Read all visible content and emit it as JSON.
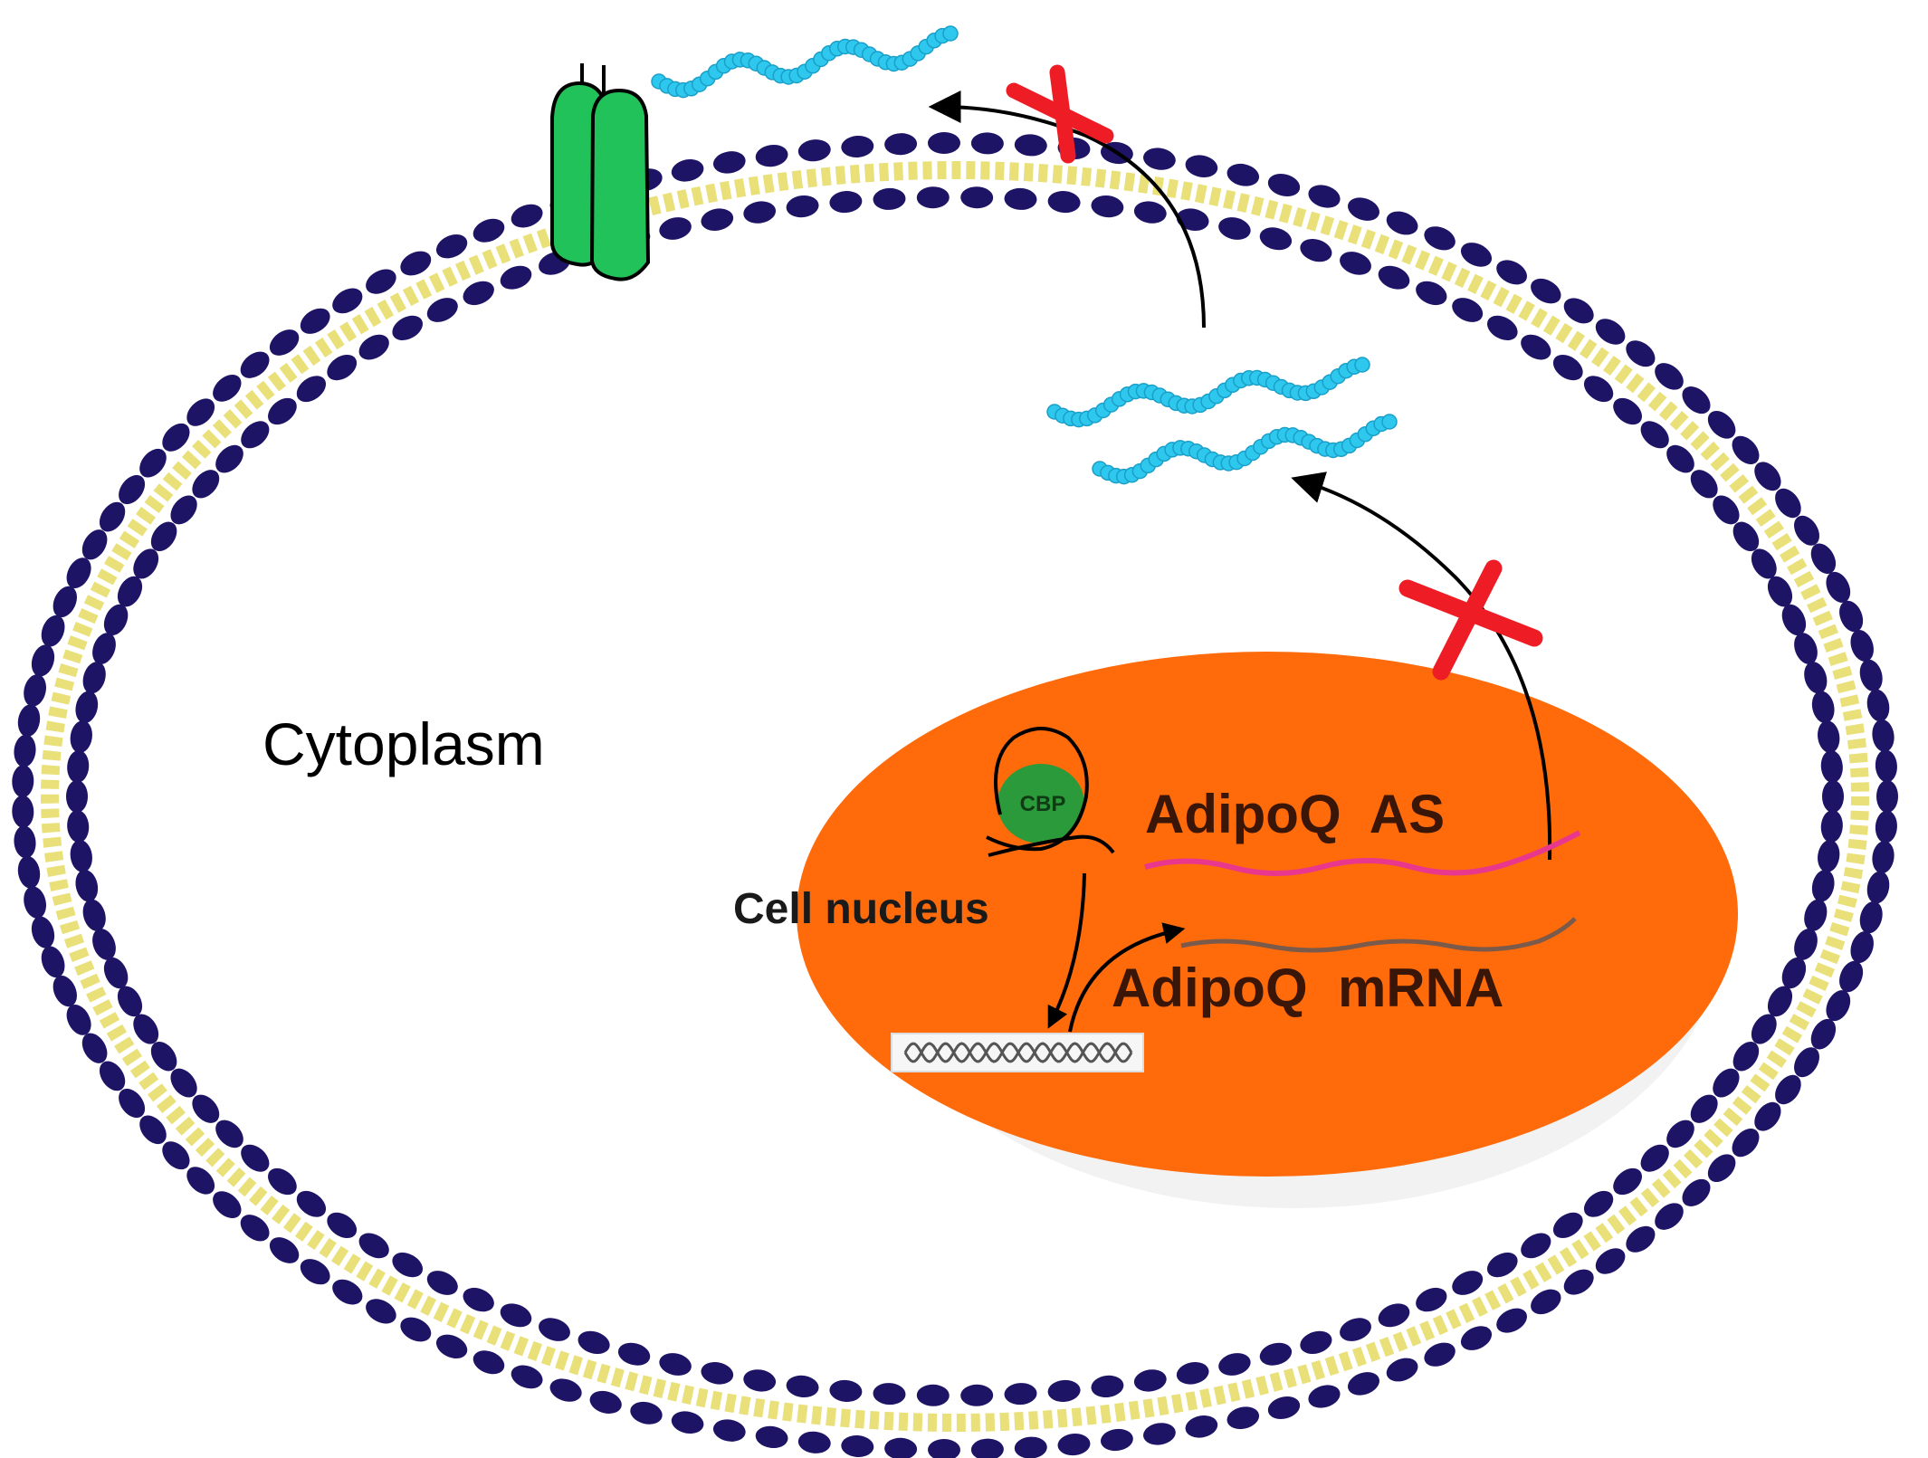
{
  "labels": {
    "cytoplasm": "Cytoplasm",
    "cell_nucleus": "Cell nucleus",
    "adipoq_as": "AdipoQ  AS",
    "adipoq_mrna": "AdipoQ  mRNA",
    "cbp": "CBP"
  },
  "colors": {
    "lipid_head": "#1e1466",
    "lipid_tail": "#e9e07a",
    "nucleus": "#ff6a0a",
    "receptor": "#22c25a",
    "protein": "#2ec8ee",
    "blocked_mark": "#ee1c24",
    "antisense_rna": "#e8388e",
    "mrna": "#7a5a4a",
    "arrow": "#000000"
  },
  "icons": [
    "receptor-icon",
    "protein-icon",
    "dna-icon",
    "blocked-x-icon",
    "arrow-icon"
  ]
}
